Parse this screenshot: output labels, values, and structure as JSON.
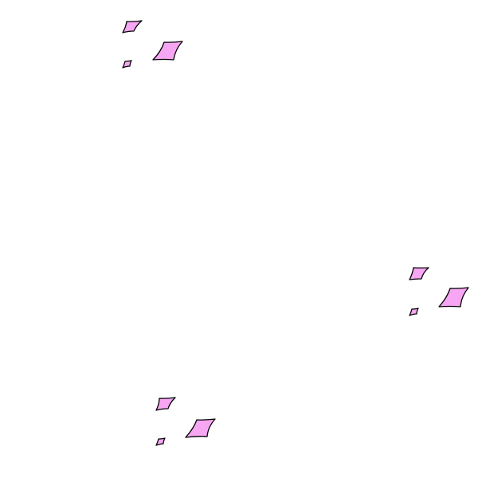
{
  "background_color": "#ffffff",
  "sparkle_style": {
    "fill_color": "#f7a6f3",
    "stroke_color": "#000000"
  },
  "sparkle_clusters": [
    {
      "name": "top-left",
      "icon": "sparkle-cluster-icon",
      "sparkle_count": 3
    },
    {
      "name": "middle-right",
      "icon": "sparkle-cluster-icon",
      "sparkle_count": 3
    },
    {
      "name": "bottom-left",
      "icon": "sparkle-cluster-icon",
      "sparkle_count": 3
    }
  ]
}
